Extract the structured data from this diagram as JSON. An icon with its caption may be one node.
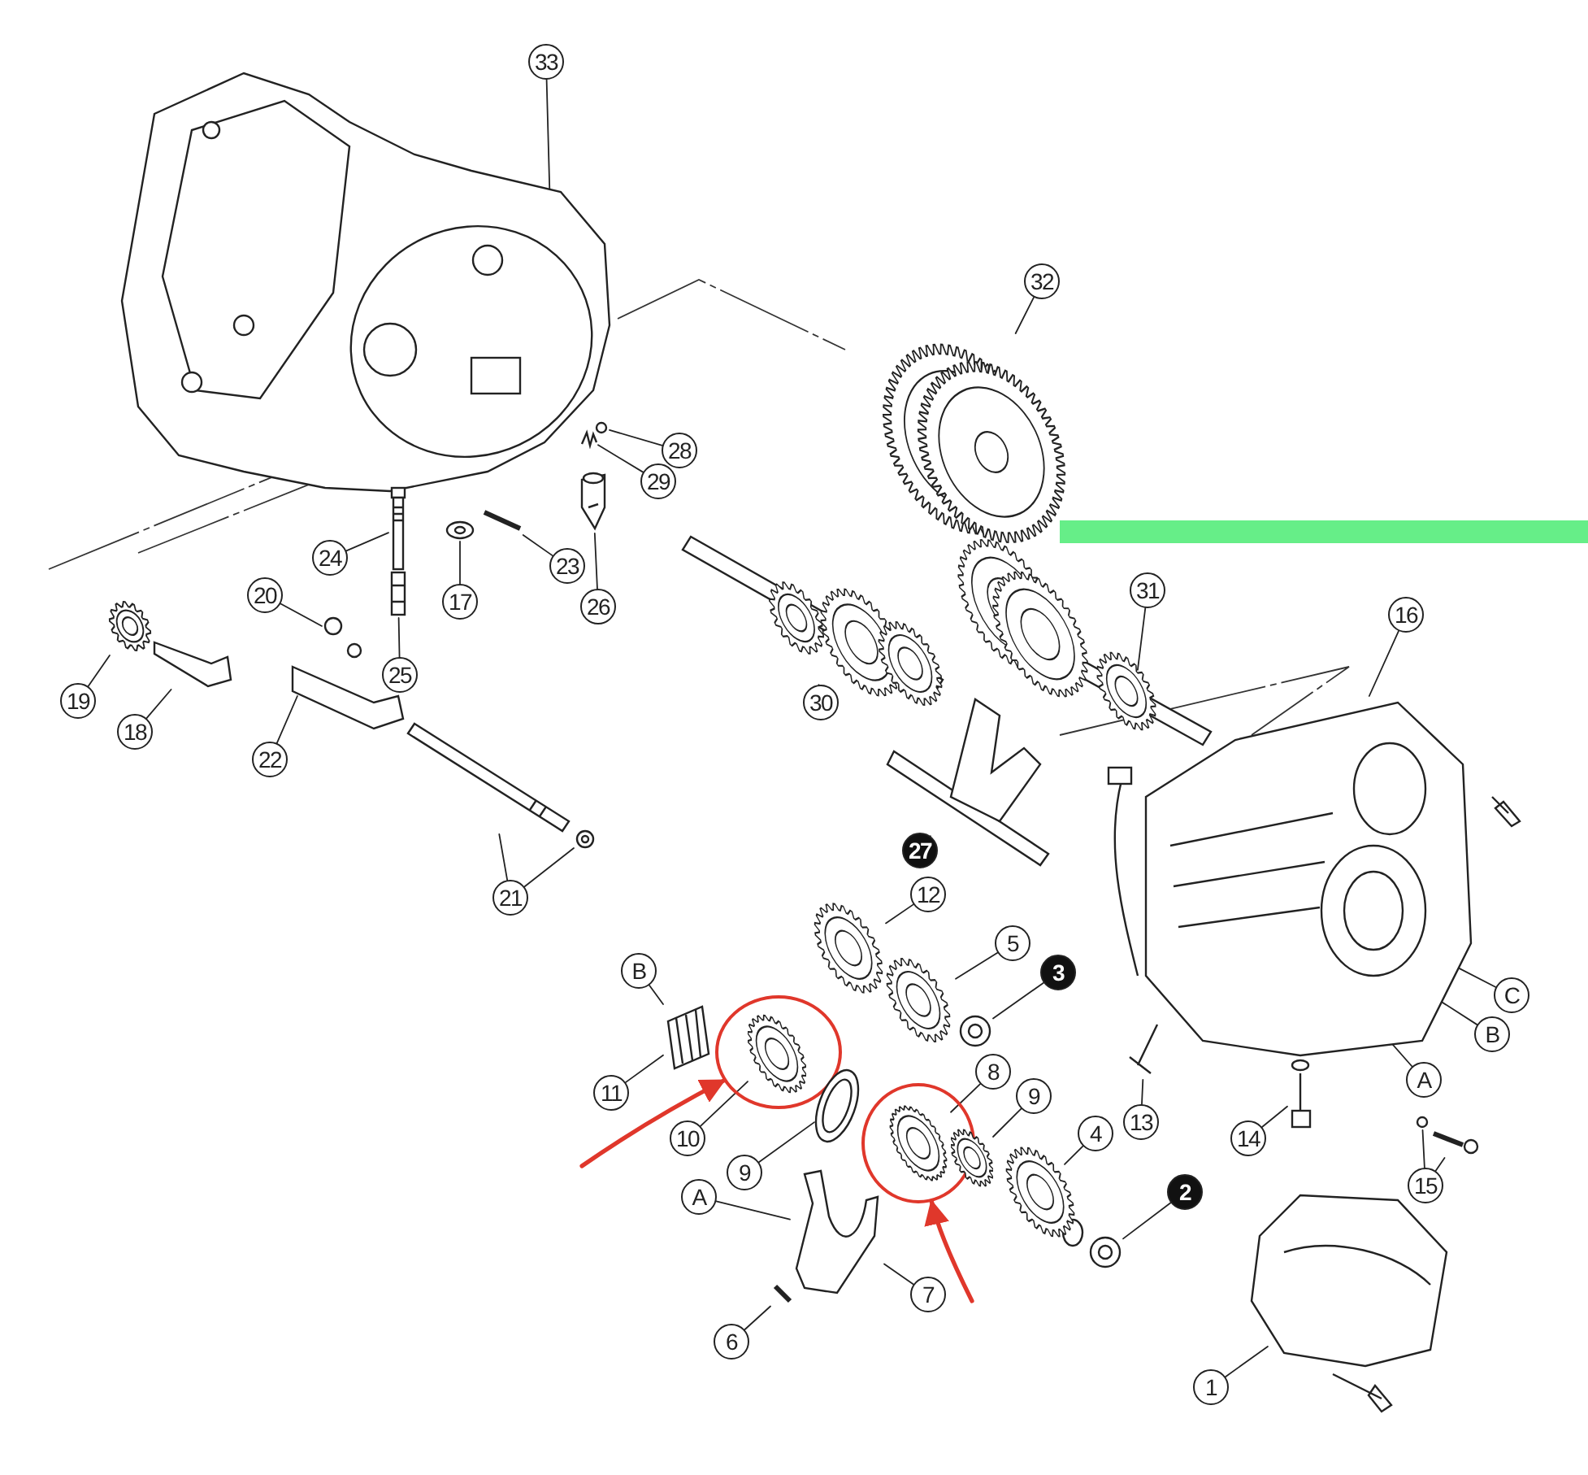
{
  "diagram": {
    "nodes": [
      {
        "text": [
          "33"
        ]
      },
      {
        "text": [
          "32"
        ]
      },
      {
        "text": [
          "28"
        ]
      },
      {
        "text": [
          "29"
        ]
      },
      {
        "text": [
          "24"
        ]
      },
      {
        "text": [
          "23"
        ]
      },
      {
        "text": [
          "17"
        ]
      },
      {
        "text": [
          "26"
        ]
      },
      {
        "text": [
          "20"
        ]
      },
      {
        "text": [
          "25"
        ]
      },
      {
        "text": [
          "31"
        ]
      },
      {
        "text": [
          "16"
        ]
      },
      {
        "text": [
          "19"
        ]
      },
      {
        "text": [
          "30"
        ]
      },
      {
        "text": [
          "18"
        ]
      },
      {
        "text": [
          "22"
        ]
      },
      {
        "text": [
          "27"
        ]
      },
      {
        "text": [
          "21"
        ]
      },
      {
        "text": [
          "12"
        ]
      },
      {
        "text": [
          "5"
        ]
      },
      {
        "text": [
          "3"
        ]
      },
      {
        "text": [
          "B"
        ]
      },
      {
        "text": [
          "C"
        ]
      },
      {
        "text": [
          "B"
        ]
      },
      {
        "text": [],
        "shape": "circle"
      },
      {
        "text": [
          "A"
        ]
      },
      {
        "text": [
          "11"
        ]
      },
      {
        "text": [
          "8"
        ]
      },
      {
        "text": [
          "13"
        ]
      },
      {
        "text": [
          "9"
        ]
      },
      {
        "text": [],
        "shape": "circle"
      },
      {
        "text": [
          "9"
        ]
      },
      {
        "text": [
          "4"
        ]
      },
      {
        "text": [
          "10"
        ]
      },
      {
        "text": [
          "14"
        ]
      },
      {
        "text": [
          "15"
        ]
      },
      {
        "text": [
          "A"
        ]
      },
      {
        "text": [
          "2"
        ]
      },
      {
        "text": [
          "7"
        ]
      },
      {
        "text": [
          "6"
        ]
      },
      {
        "text": [
          "1"
        ]
      },
      {
        "text": [],
        "shape": "picture"
      },
      {
        "text": [],
        "shape": "picture"
      },
      {
        "text": [],
        "shape": "circle"
      },
      {
        "text": [],
        "shape": "picture"
      },
      {
        "text": [],
        "shape": "picture"
      },
      {
        "text": [],
        "shape": "picture"
      },
      {
        "text": [],
        "shape": "picture"
      },
      {
        "text": [],
        "shape": "picture"
      },
      {
        "text": [],
        "shape": "picture"
      },
      {
        "text": [],
        "shape": "picture"
      },
      {
        "text": [],
        "shape": "picture"
      },
      {
        "text": [],
        "shape": "picture"
      },
      {
        "text": [],
        "shape": "picture"
      },
      {
        "text": [],
        "shape": "picture"
      },
      {
        "text": [],
        "shape": "picture"
      },
      {
        "text": [],
        "shape": "picture"
      },
      {
        "text": [],
        "shape": "picture"
      },
      {
        "text": [],
        "shape": "picture"
      },
      {
        "text": [],
        "shape": "picture"
      },
      {
        "text": [],
        "shape": "picture"
      },
      {
        "text": [],
        "shape": "picture"
      },
      {
        "text": [],
        "shape": "picture"
      },
      {
        "text": [],
        "shape": "picture"
      },
      {
        "text": [],
        "shape": "picture",
        "in": 24
      },
      {
        "text": [],
        "shape": "picture"
      },
      {
        "text": [],
        "shape": "picture",
        "in": 30
      },
      {
        "text": [],
        "shape": "picture"
      },
      {
        "text": [],
        "shape": "picture"
      },
      {
        "text": [],
        "shape": "picture"
      },
      {
        "text": [],
        "shape": "picture"
      },
      {
        "text": [],
        "shape": "picture"
      },
      {
        "text": [],
        "shape": "picture"
      },
      {
        "text": [],
        "shape": "picture"
      },
      {
        "text": [],
        "shape": "picture"
      },
      {
        "text": [],
        "shape": "circle"
      },
      {
        "text": [],
        "shape": "picture"
      }
    ],
    "edges": [
      {
        "from": 0,
        "to": 41,
        "arrow": "none"
      },
      {
        "from": 1,
        "to": 42,
        "arrow": "none"
      },
      {
        "from": 2,
        "to": 43,
        "arrow": "none"
      },
      {
        "from": 3,
        "to": 44,
        "arrow": "none"
      },
      {
        "from": 4,
        "to": 45,
        "arrow": "none"
      },
      {
        "from": 5,
        "to": 47,
        "arrow": "none"
      },
      {
        "from": 6,
        "to": 48,
        "arrow": "none"
      },
      {
        "from": 7,
        "to": 49,
        "arrow": "none"
      },
      {
        "from": 8,
        "to": 50,
        "arrow": "none"
      },
      {
        "from": 9,
        "to": 46,
        "arrow": "none"
      },
      {
        "from": 10,
        "to": 52,
        "arrow": "none"
      },
      {
        "from": 11,
        "to": 53,
        "arrow": "none"
      },
      {
        "from": 12,
        "to": 54,
        "arrow": "none"
      },
      {
        "from": 13,
        "to": 51,
        "arrow": "none"
      },
      {
        "from": 14,
        "to": 55,
        "arrow": "none"
      },
      {
        "from": 15,
        "to": 56,
        "arrow": "none"
      },
      {
        "from": 16,
        "to": 57,
        "arrow": "none"
      },
      {
        "from": 17,
        "to": 58,
        "arrow": "none"
      },
      {
        "from": 17,
        "to": 59,
        "arrow": "none"
      },
      {
        "from": 18,
        "to": 60,
        "arrow": "none"
      },
      {
        "from": 19,
        "to": 61,
        "arrow": "none"
      },
      {
        "from": 20,
        "to": 62,
        "arrow": "none"
      },
      {
        "from": 21,
        "to": 63,
        "arrow": "none"
      },
      {
        "from": 22,
        "to": 53,
        "arrow": "none"
      },
      {
        "from": 23,
        "to": 53,
        "arrow": "none"
      },
      {
        "from": 25,
        "to": 53,
        "arrow": "none"
      },
      {
        "from": 26,
        "to": 63,
        "arrow": "none"
      },
      {
        "from": 27,
        "to": 66,
        "arrow": "none"
      },
      {
        "from": 28,
        "to": 73,
        "arrow": "none"
      },
      {
        "from": 29,
        "to": 67,
        "arrow": "none"
      },
      {
        "from": 31,
        "to": 65,
        "arrow": "none"
      },
      {
        "from": 32,
        "to": 68,
        "arrow": "none"
      },
      {
        "from": 33,
        "to": 64,
        "arrow": "none"
      },
      {
        "from": 34,
        "to": 74,
        "arrow": "none"
      },
      {
        "from": 35,
        "to": 75,
        "arrow": "none"
      },
      {
        "from": 35,
        "to": 76,
        "arrow": "none"
      },
      {
        "from": 36,
        "to": 70,
        "arrow": "none"
      },
      {
        "from": 37,
        "to": 69,
        "arrow": "none"
      },
      {
        "from": 38,
        "to": 70,
        "arrow": "none"
      },
      {
        "from": 39,
        "to": 71,
        "arrow": "none"
      },
      {
        "from": 40,
        "to": 72,
        "arrow": "none"
      },
      {
        "from": null,
        "to": 24,
        "arrow": "to",
        "color": "#e0372b",
        "style": "thick"
      },
      {
        "from": null,
        "to": 30,
        "arrow": "to",
        "color": "#e0372b",
        "style": "thick"
      }
    ]
  }
}
